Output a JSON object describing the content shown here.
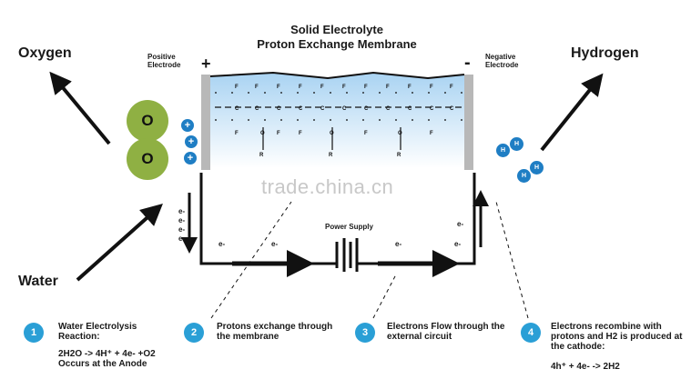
{
  "header": {
    "title_line1": "Solid Electrolyte",
    "title_line2": "Proton Exchange Membrane"
  },
  "labels": {
    "oxygen": "Oxygen",
    "hydrogen": "Hydrogen",
    "water": "Water",
    "positive_electrode": "Positive\nElectrode",
    "negative_electrode": "Negative\nElectrode",
    "plus_sign": "+",
    "minus_sign": "-",
    "power_supply": "Power Supply",
    "watermark": "trade.china.cn"
  },
  "molecules": {
    "oxygen_atom": "O",
    "proton_sign": "+",
    "hydrogen_atom": "H"
  },
  "electrons": {
    "label": "e-"
  },
  "steps": [
    {
      "num": "1",
      "title": "Water Electrolysis Reaction:",
      "detail": "2H2O -> 4H⁺ + 4e- +O2\nOccurs at the Anode"
    },
    {
      "num": "2",
      "title": "Protons exchange through the membrane",
      "detail": ""
    },
    {
      "num": "3",
      "title": "Electrons Flow through the external circuit",
      "detail": ""
    },
    {
      "num": "4",
      "title": "Electrons recombine with protons and H2 is produced at the cathode:",
      "detail": "4h⁺ + 4e- -> 2H2"
    }
  ],
  "colors": {
    "accent": "#2a9fd6",
    "ion_blue": "#1f7ec4",
    "oxygen_green": "#8fb043",
    "membrane_top": "#a9d3f2",
    "electrode_gray": "#b8b8b8"
  }
}
